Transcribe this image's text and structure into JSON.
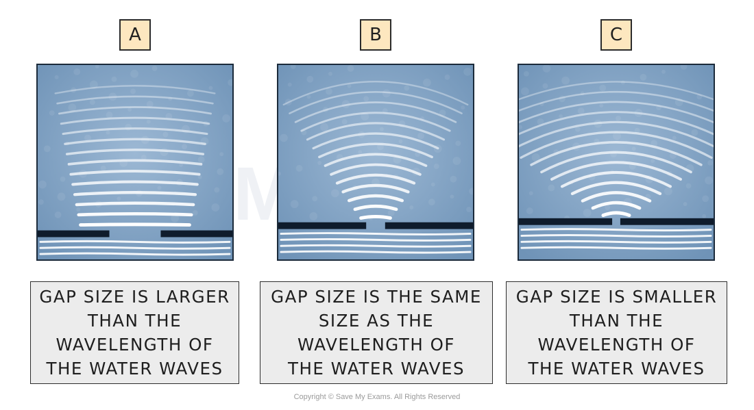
{
  "panels": [
    {
      "label": "A",
      "caption_lines": [
        "GAP SIZE IS LARGER",
        "THAN THE",
        "WAVELENGTH OF",
        "THE WATER WAVES"
      ],
      "gap_relation": "larger"
    },
    {
      "label": "B",
      "caption_lines": [
        "GAP SIZE IS THE SAME",
        "SIZE AS THE",
        "WAVELENGTH OF",
        "THE WATER WAVES"
      ],
      "gap_relation": "same"
    },
    {
      "label": "C",
      "caption_lines": [
        "GAP SIZE IS SMALLER",
        "THAN THE",
        "WAVELENGTH OF",
        "THE WATER WAVES"
      ],
      "gap_relation": "smaller"
    }
  ],
  "watermark": "My",
  "copyright": "Copyright © Save My Exams. All Rights Reserved",
  "colors": {
    "label_fill": "#fde7bf",
    "water": "#6f93b7",
    "water_light": "#9cb8d4",
    "crest": "#ffffff",
    "barrier": "#0f1c2c",
    "caption_fill": "#ececec"
  }
}
